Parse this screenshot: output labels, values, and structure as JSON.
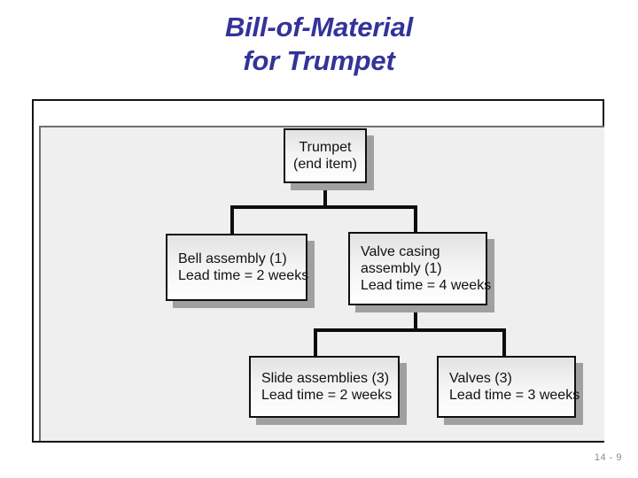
{
  "slide": {
    "title_line1": "Bill-of-Material",
    "title_line2": "for Trumpet",
    "title_color": "#333399",
    "page_number": "14 - 9"
  },
  "diagram": {
    "type": "tree",
    "description": "Bill-of-material product structure tree for a trumpet",
    "nodes": [
      {
        "id": "trumpet",
        "level": 0,
        "lines": [
          "Trumpet",
          "(end item)"
        ],
        "align": "center"
      },
      {
        "id": "bell-assembly",
        "level": 1,
        "lines": [
          "Bell assembly (1)",
          "Lead time = 2 weeks"
        ],
        "align": "left",
        "quantity": 1,
        "lead_time_weeks": 2
      },
      {
        "id": "valve-casing-assembly",
        "level": 1,
        "lines": [
          "Valve casing",
          "assembly (1)",
          "Lead time = 4 weeks"
        ],
        "align": "left",
        "quantity": 1,
        "lead_time_weeks": 4
      },
      {
        "id": "slide-assemblies",
        "level": 2,
        "lines": [
          "Slide assemblies (3)",
          "Lead time = 2 weeks"
        ],
        "align": "left",
        "quantity": 3,
        "lead_time_weeks": 2
      },
      {
        "id": "valves",
        "level": 2,
        "lines": [
          "Valves (3)",
          "Lead time = 3 weeks"
        ],
        "align": "left",
        "quantity": 3,
        "lead_time_weeks": 3
      }
    ],
    "edges": [
      {
        "from": "trumpet",
        "to": "bell-assembly"
      },
      {
        "from": "trumpet",
        "to": "valve-casing-assembly"
      },
      {
        "from": "valve-casing-assembly",
        "to": "slide-assemblies"
      },
      {
        "from": "valve-casing-assembly",
        "to": "valves"
      }
    ],
    "box_fill": "#f3f3f3",
    "box_border": "#101010",
    "shadow_color": "#a0a0a0",
    "canvas_fill": "#efefef",
    "connector_color": "#0d0d0d"
  }
}
